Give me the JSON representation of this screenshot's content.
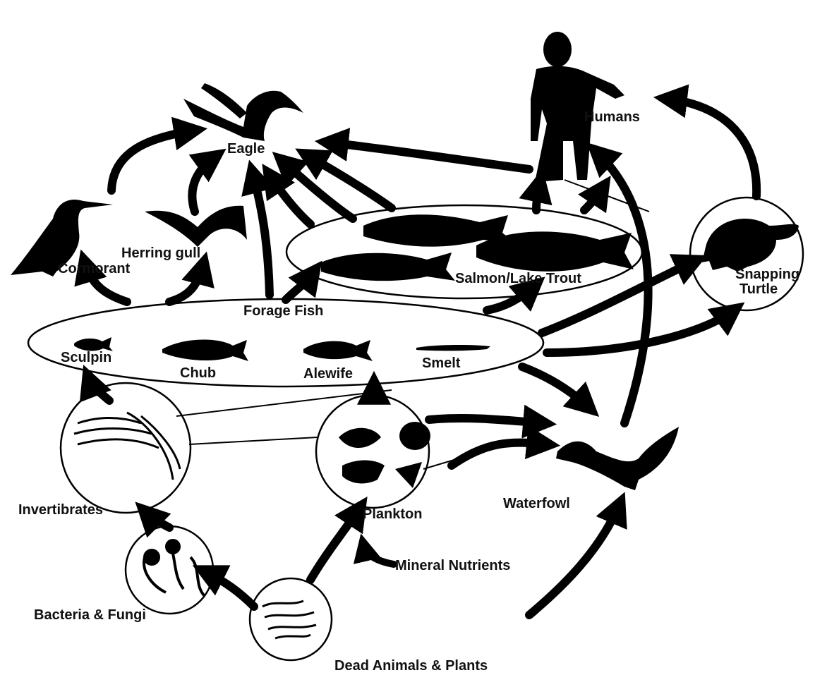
{
  "diagram": {
    "labels": {
      "eagle": "Eagle",
      "humans": "Humans",
      "herring_gull": "Herring gull",
      "cormorant": "Cormorant",
      "salmon_trout": "Salmon/Lake Trout",
      "snapping_turtle_1": "Snapping",
      "snapping_turtle_2": "Turtle",
      "forage_fish": "Forage Fish",
      "sculpin": "Sculpin",
      "chub": "Chub",
      "alewife": "Alewife",
      "smelt": "Smelt",
      "invertibrates": "Invertibrates",
      "plankton": "Plankton",
      "waterfowl": "Waterfowl",
      "mineral_nutrients": "Mineral Nutrients",
      "bacteria_fungi": "Bacteria & Fungi",
      "dead_animals_plants": "Dead Animals & Plants"
    },
    "colors": {
      "ink": "#000000",
      "background": "#ffffff"
    }
  }
}
